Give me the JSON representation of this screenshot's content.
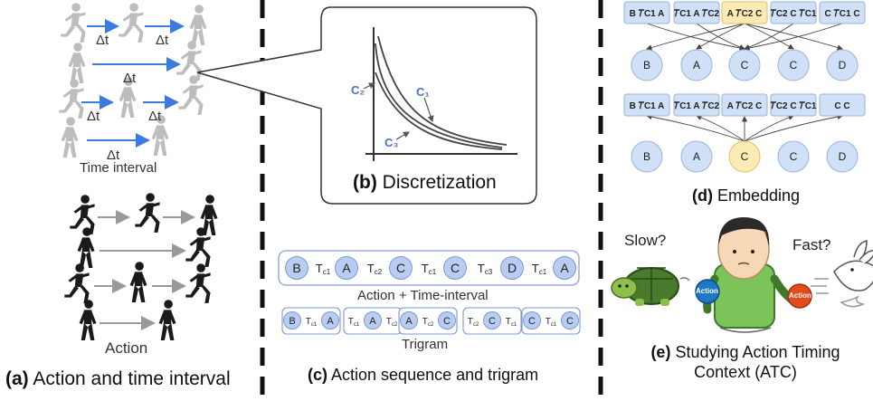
{
  "panel_a": {
    "delta_t": "Δt",
    "time_interval_label": "Time interval",
    "action_label": "Action",
    "caption_letter": "(a)",
    "caption_text": "Action and time interval"
  },
  "panel_b": {
    "curve_labels": [
      "C₂",
      "C₁",
      "C₃"
    ],
    "caption_letter": "(b)",
    "caption_text": "Discretization"
  },
  "panel_c": {
    "sequence": [
      "B",
      "T",
      "A",
      "T",
      "C",
      "T",
      "C",
      "T",
      "D",
      "T",
      "A"
    ],
    "sequence_subs": [
      "",
      "c1",
      "",
      "c2",
      "",
      "c1",
      "",
      "c3",
      "",
      "c1",
      ""
    ],
    "sequence_label": "Action + Time-interval",
    "trigrams": [
      [
        "B",
        "T",
        "A"
      ],
      [
        "T",
        "A",
        "T"
      ],
      [
        "A",
        "T",
        "C"
      ],
      [
        "T",
        "C",
        "T"
      ],
      [
        "C",
        "T",
        "C"
      ]
    ],
    "trigram_subs": [
      [
        "",
        "c1",
        ""
      ],
      [
        "c1",
        "",
        "c2"
      ],
      [
        "",
        "c2",
        ""
      ],
      [
        "c2",
        "",
        "c1"
      ],
      [
        "",
        "c1",
        ""
      ]
    ],
    "trigram_label": "Trigram",
    "caption_letter": "(c)",
    "caption_text": "Action sequence and trigram"
  },
  "panel_d": {
    "top_tokens": [
      "B 𝑇C1 A",
      "𝑇C1 A 𝑇C2",
      "A 𝑇C2 C",
      "𝑇C2 C 𝑇C1",
      "C 𝑇C1 C"
    ],
    "mid_nodes": [
      "B",
      "A",
      "C",
      "C",
      "D"
    ],
    "low_tokens": [
      "B 𝑇C1 A",
      "𝑇C1 A 𝑇C2",
      "A 𝑇C2 C",
      "𝑇C2 C 𝑇C1",
      "C  C"
    ],
    "bottom_nodes": [
      "B",
      "A",
      "C",
      "C",
      "D"
    ],
    "caption_letter": "(d)",
    "caption_text": "Embedding"
  },
  "panel_e": {
    "slow_label": "Slow?",
    "fast_label": "Fast?",
    "ball_label": "Action",
    "caption_letter": "(e)",
    "caption_line1": "Studying Action Timing",
    "caption_line2": "Context (ATC)"
  },
  "colors": {
    "node_fill": "#b9cdf2",
    "node_stroke": "#7e97d6",
    "highlight_fill": "#fcebb4",
    "arrow_blue": "#3b7be0",
    "divider": "#111111"
  }
}
